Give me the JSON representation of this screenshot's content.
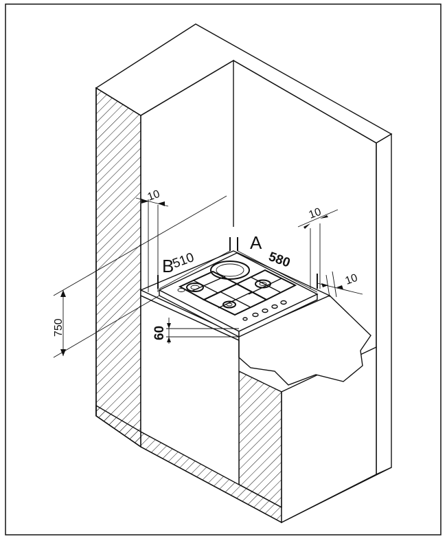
{
  "diagram": {
    "dimensions": {
      "gap_left": "10",
      "gap_right": "10",
      "gap_right_side": "10",
      "depth": "510",
      "width": "580",
      "height": "750",
      "thickness": "60"
    },
    "labels": {
      "side_a": "A",
      "side_b": "B"
    }
  }
}
